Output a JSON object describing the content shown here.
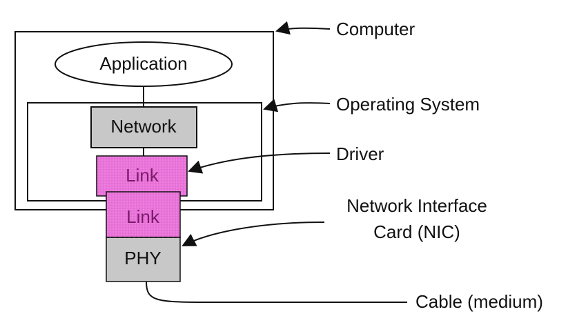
{
  "labels": {
    "application": "Application",
    "network": "Network",
    "driver_link": "Link",
    "nic_link": "Link",
    "phy": "PHY"
  },
  "callouts": {
    "computer": "Computer",
    "operating_system": "Operating System",
    "driver": "Driver",
    "nic_line1": "Network Interface",
    "nic_line2": "Card (NIC)",
    "cable": "Cable (medium)"
  },
  "colors": {
    "outline": "#111111",
    "gray_fill": "#c8c8c8",
    "link_fill": "#f07ee0",
    "link_text": "#7a1a6a",
    "background": "#ffffff"
  }
}
